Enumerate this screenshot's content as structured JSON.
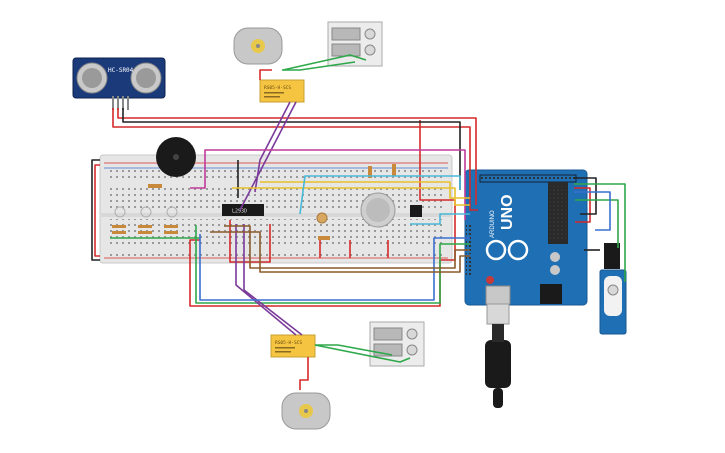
{
  "components": {
    "sonar_label": "HC-SR04",
    "driver_ic_label": "L293D",
    "relay_label_top": "RS05-H-SCS",
    "relay_label_bottom": "RS05-H-SCS",
    "arduino_brand": "UNO",
    "arduino_maker": "ARDUINO"
  },
  "colors": {
    "breadboard": "#e6e6e6",
    "arduino": "#1f6fb5",
    "relay": "#f5c542",
    "wire_red": "#d42a2a",
    "wire_black": "#222222",
    "wire_green": "#2ea84a",
    "wire_purple": "#7a3a9a",
    "wire_blue": "#3a6fd0",
    "wire_brown": "#8a5a2a",
    "wire_yellow": "#e8c12a",
    "wire_cyan": "#48b8d8",
    "wire_magenta": "#c03a9a"
  }
}
